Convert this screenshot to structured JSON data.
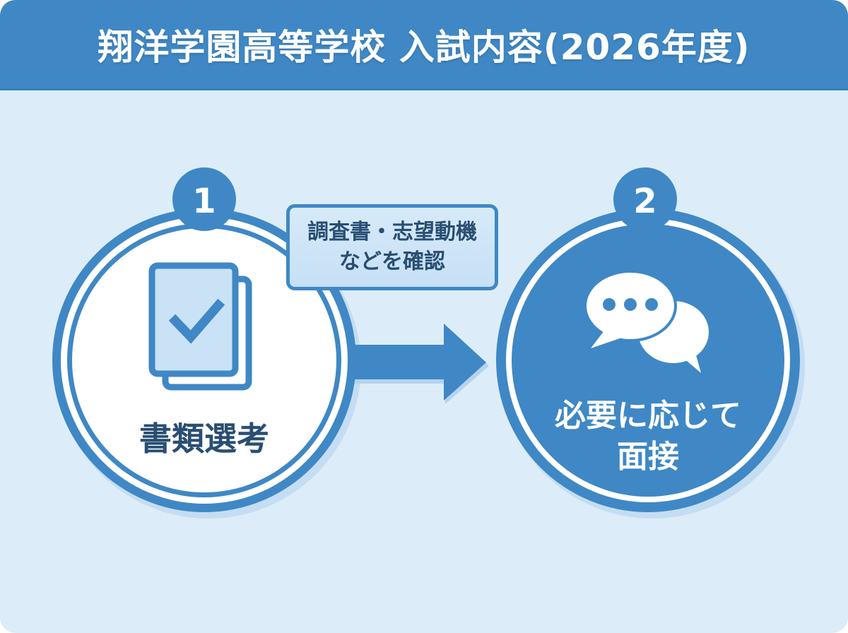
{
  "header": {
    "title": "翔洋学園高等学校 入試内容(2026年度)"
  },
  "steps": [
    {
      "number": "1",
      "label": "書類選考",
      "icon": "document-check-icon",
      "style": "white-circle"
    },
    {
      "number": "2",
      "label_line1": "必要に応じて",
      "label_line2": "面接",
      "icon": "chat-bubbles-icon",
      "style": "blue-circle"
    }
  ],
  "callout": {
    "line1": "調査書・志望動機",
    "line2": "などを確認"
  },
  "connector": {
    "icon": "arrow-right-icon"
  },
  "colors": {
    "primary": "#3f88c5",
    "background": "#dcedf9",
    "text_dark": "#2a4e72",
    "white": "#ffffff",
    "light_fill": "#c9e2f6"
  }
}
